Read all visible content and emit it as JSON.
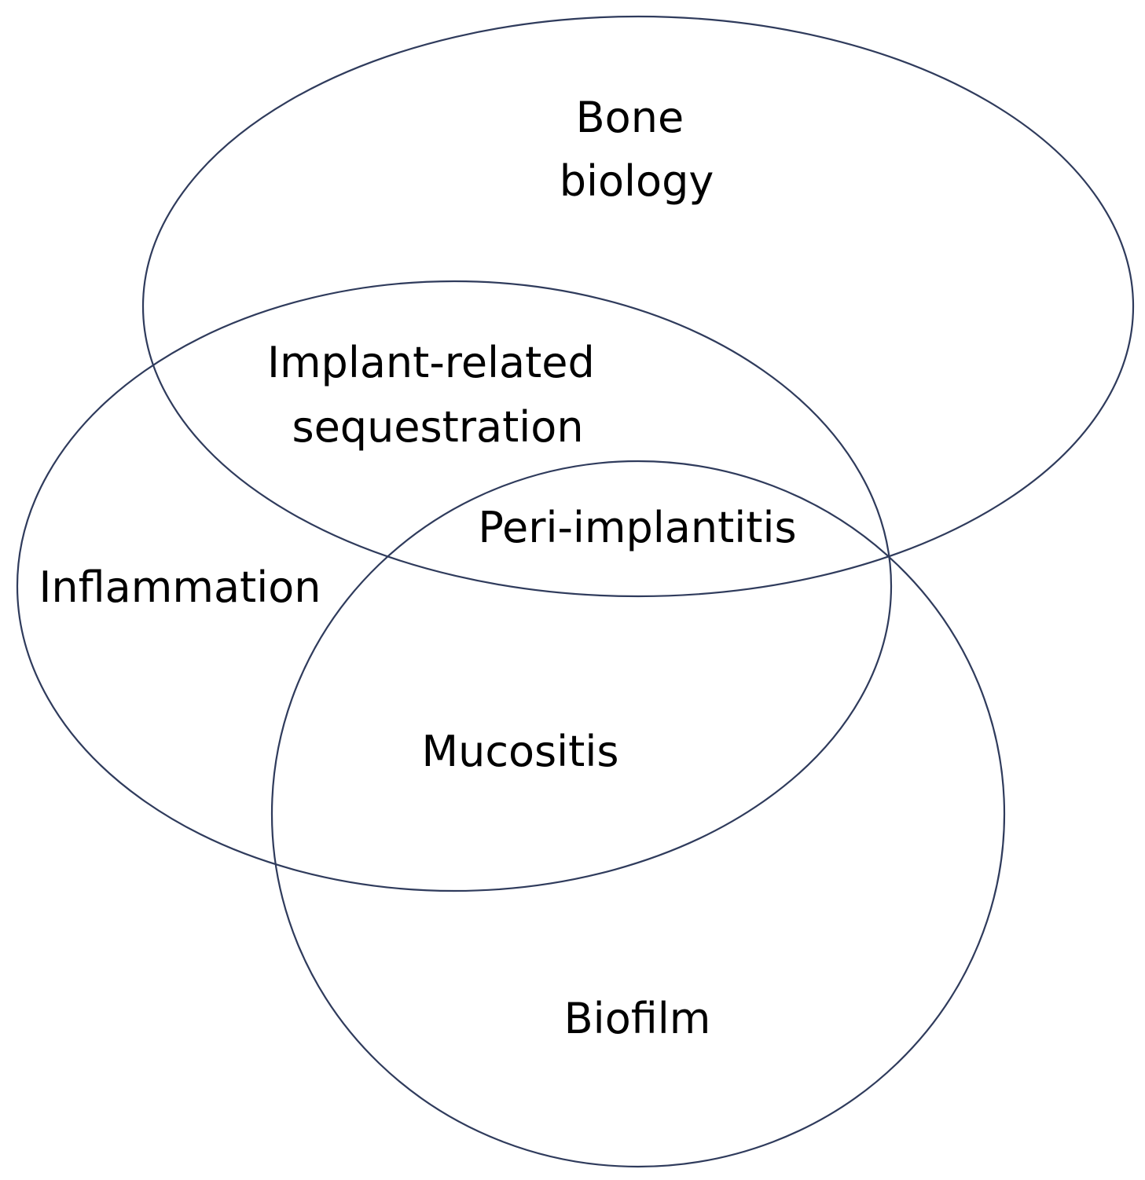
{
  "diagram": {
    "type": "venn",
    "colors": {
      "outline": "#2f3b5c",
      "text": "#000000",
      "background": "#ffffff"
    },
    "sets": [
      {
        "id": "bone-biology",
        "label_lines": [
          "Bone",
          "biology"
        ]
      },
      {
        "id": "inflammation",
        "label_lines": [
          "Inflammation"
        ]
      },
      {
        "id": "biofilm",
        "label_lines": [
          "Biofilm"
        ]
      }
    ],
    "intersections": [
      {
        "id": "implant-related-sequestration",
        "sets": [
          "bone-biology",
          "inflammation"
        ],
        "label_lines": [
          "Implant-related",
          "sequestration"
        ]
      },
      {
        "id": "peri-implantitis",
        "sets": [
          "bone-biology",
          "inflammation",
          "biofilm"
        ],
        "label_lines": [
          "Peri-implantitis"
        ]
      },
      {
        "id": "mucositis",
        "sets": [
          "inflammation",
          "biofilm"
        ],
        "label_lines": [
          "Mucositis"
        ]
      }
    ]
  }
}
